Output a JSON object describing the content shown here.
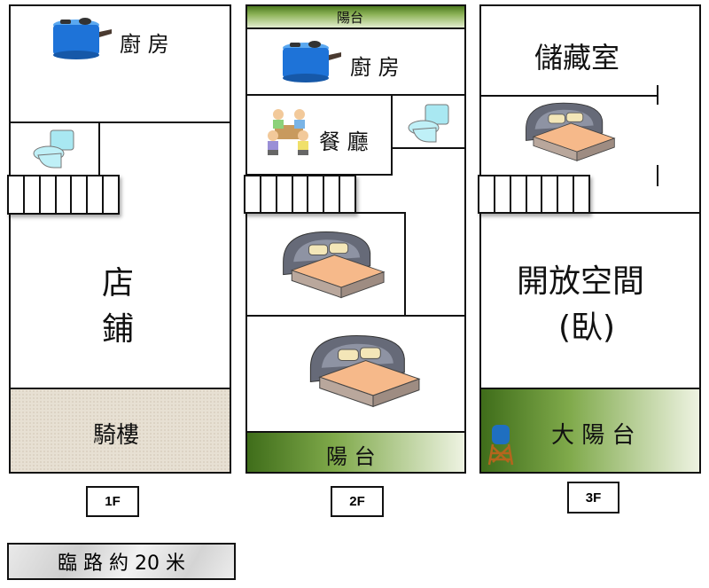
{
  "floors": [
    {
      "id": "1F",
      "label": "1F",
      "rooms": {
        "kitchen": "廚 房",
        "shop_1": "店",
        "shop_2": "鋪",
        "arcade": "騎樓"
      }
    },
    {
      "id": "2F",
      "label": "2F",
      "rooms": {
        "balcony_top": "陽台",
        "kitchen": "廚 房",
        "dining": "餐 廳",
        "balcony_bottom": "陽 台"
      }
    },
    {
      "id": "3F",
      "label": "3F",
      "rooms": {
        "storage": "儲藏室",
        "open_space": "開放空間",
        "open_space_sub": "(臥)",
        "big_balcony": "大 陽 台"
      }
    }
  ],
  "road_label": "臨 路 約 20 米",
  "colors": {
    "wall": "#111111",
    "balcony_green": "#6f9a3e",
    "arcade_beige": "#e7e0d3",
    "pot_blue": "#1e73d8"
  }
}
